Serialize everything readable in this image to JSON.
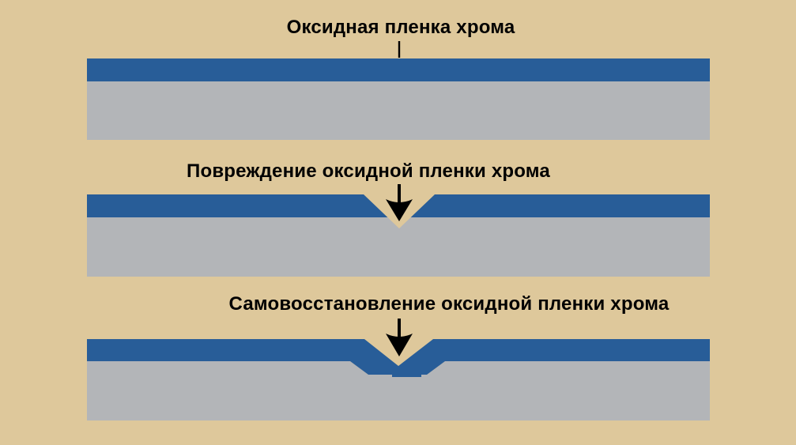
{
  "colors": {
    "background": "#dec89b",
    "oxide_film": "#285d98",
    "metal": "#b3b5b8",
    "ink": "#000000"
  },
  "panels": [
    {
      "title": "Оксидная пленка хрома"
    },
    {
      "title": "Повреждение оксидной пленки хрома"
    },
    {
      "title": "Самовосстановление оксидной пленки хрома"
    }
  ]
}
